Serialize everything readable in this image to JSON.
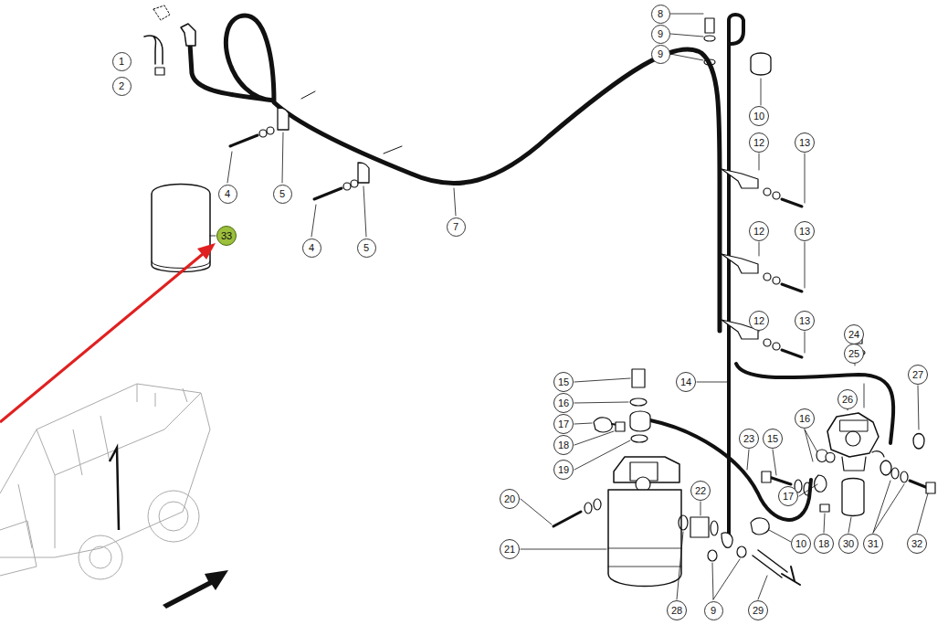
{
  "diagram": {
    "nodes": [
      {
        "text": [
          "1"
        ]
      },
      {
        "text": [
          "2"
        ]
      },
      {
        "text": [
          "8"
        ]
      },
      {
        "text": [
          "9"
        ]
      },
      {
        "text": [
          "9"
        ]
      },
      {
        "text": [
          "10"
        ]
      },
      {
        "text": [
          "12"
        ]
      },
      {
        "text": [
          "13"
        ]
      },
      {
        "text": [
          "4"
        ]
      },
      {
        "text": [
          "5"
        ]
      },
      {
        "text": [
          "33"
        ]
      },
      {
        "text": [
          "7"
        ]
      },
      {
        "text": [
          "12"
        ]
      },
      {
        "text": [
          "13"
        ]
      },
      {
        "text": [
          "4"
        ]
      },
      {
        "text": [
          "5"
        ]
      },
      {
        "text": [
          "12"
        ]
      },
      {
        "text": [
          "13"
        ]
      },
      {
        "text": [
          "24"
        ]
      },
      {
        "text": [
          "25"
        ]
      },
      {
        "text": [
          "15"
        ]
      },
      {
        "text": [
          "14"
        ]
      },
      {
        "text": [
          "27"
        ]
      },
      {
        "text": [
          "16"
        ]
      },
      {
        "text": [
          "26"
        ]
      },
      {
        "text": [
          "17"
        ]
      },
      {
        "text": [
          "16"
        ]
      },
      {
        "text": [
          "23"
        ]
      },
      {
        "text": [
          "15"
        ]
      },
      {
        "text": [
          "18"
        ]
      },
      {
        "text": [
          "19"
        ]
      },
      {
        "text": [
          "22"
        ]
      },
      {
        "text": [
          "17"
        ]
      },
      {
        "text": [
          "20"
        ]
      },
      {
        "text": [
          "10"
        ]
      },
      {
        "text": [
          "18"
        ]
      },
      {
        "text": [
          "30"
        ]
      },
      {
        "text": [
          "31"
        ]
      },
      {
        "text": [
          "32"
        ]
      },
      {
        "text": [
          "21"
        ]
      },
      {
        "text": [
          "28"
        ]
      },
      {
        "text": [
          "9"
        ]
      },
      {
        "text": [
          "29"
        ]
      }
    ]
  }
}
